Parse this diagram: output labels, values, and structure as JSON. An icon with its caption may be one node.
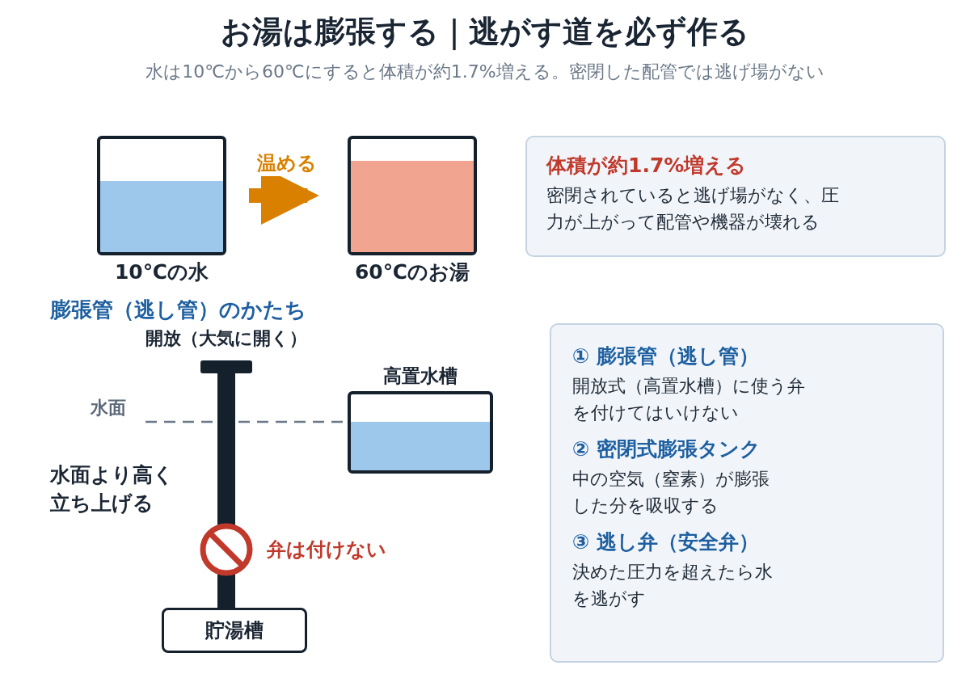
{
  "diagram": {
    "title": "お湯は膨張する｜逃がす道を必ず作る",
    "caption": "水は10℃から60℃にすると体積が約1.7%増える。密閉した配管では逃げ場がない",
    "nodes": [
      {
        "text": [
          "10℃の水"
        ]
      },
      {
        "text": [
          "60℃のお湯"
        ]
      },
      {
        "text": [
          "体積が約1.7%増える",
          "密閉されていると逃げ場がなく、圧力が上がって配管や機器が壊れる"
        ]
      },
      {
        "text": [
          "開放（大気に開く）"
        ]
      },
      {
        "text": [
          "高置水槽"
        ]
      },
      {
        "text": [
          "貯湯槽"
        ]
      },
      {
        "text": [
          "① 膨張管（逃し管）",
          "開放式（高置水槽）に使う弁を付けてはいけない",
          "② 密閉式膨張タンク",
          "中の空気（窒素）が膨張した分を吸収する",
          "③ 逃し弁（安全弁）",
          "決めた圧力を超えたら水を逃がす"
        ]
      }
    ],
    "edges": [
      {
        "from": 0,
        "to": 1,
        "arrow": "to",
        "label": "温める",
        "color": "#d98000"
      },
      {
        "from": 5,
        "to": 3,
        "arrow": "none",
        "color": "#14202c"
      }
    ],
    "labels": [
      "膨張管（逃し管）のかたち",
      "水面",
      "水面より高く立ち上げる",
      "弁は付けない"
    ]
  }
}
